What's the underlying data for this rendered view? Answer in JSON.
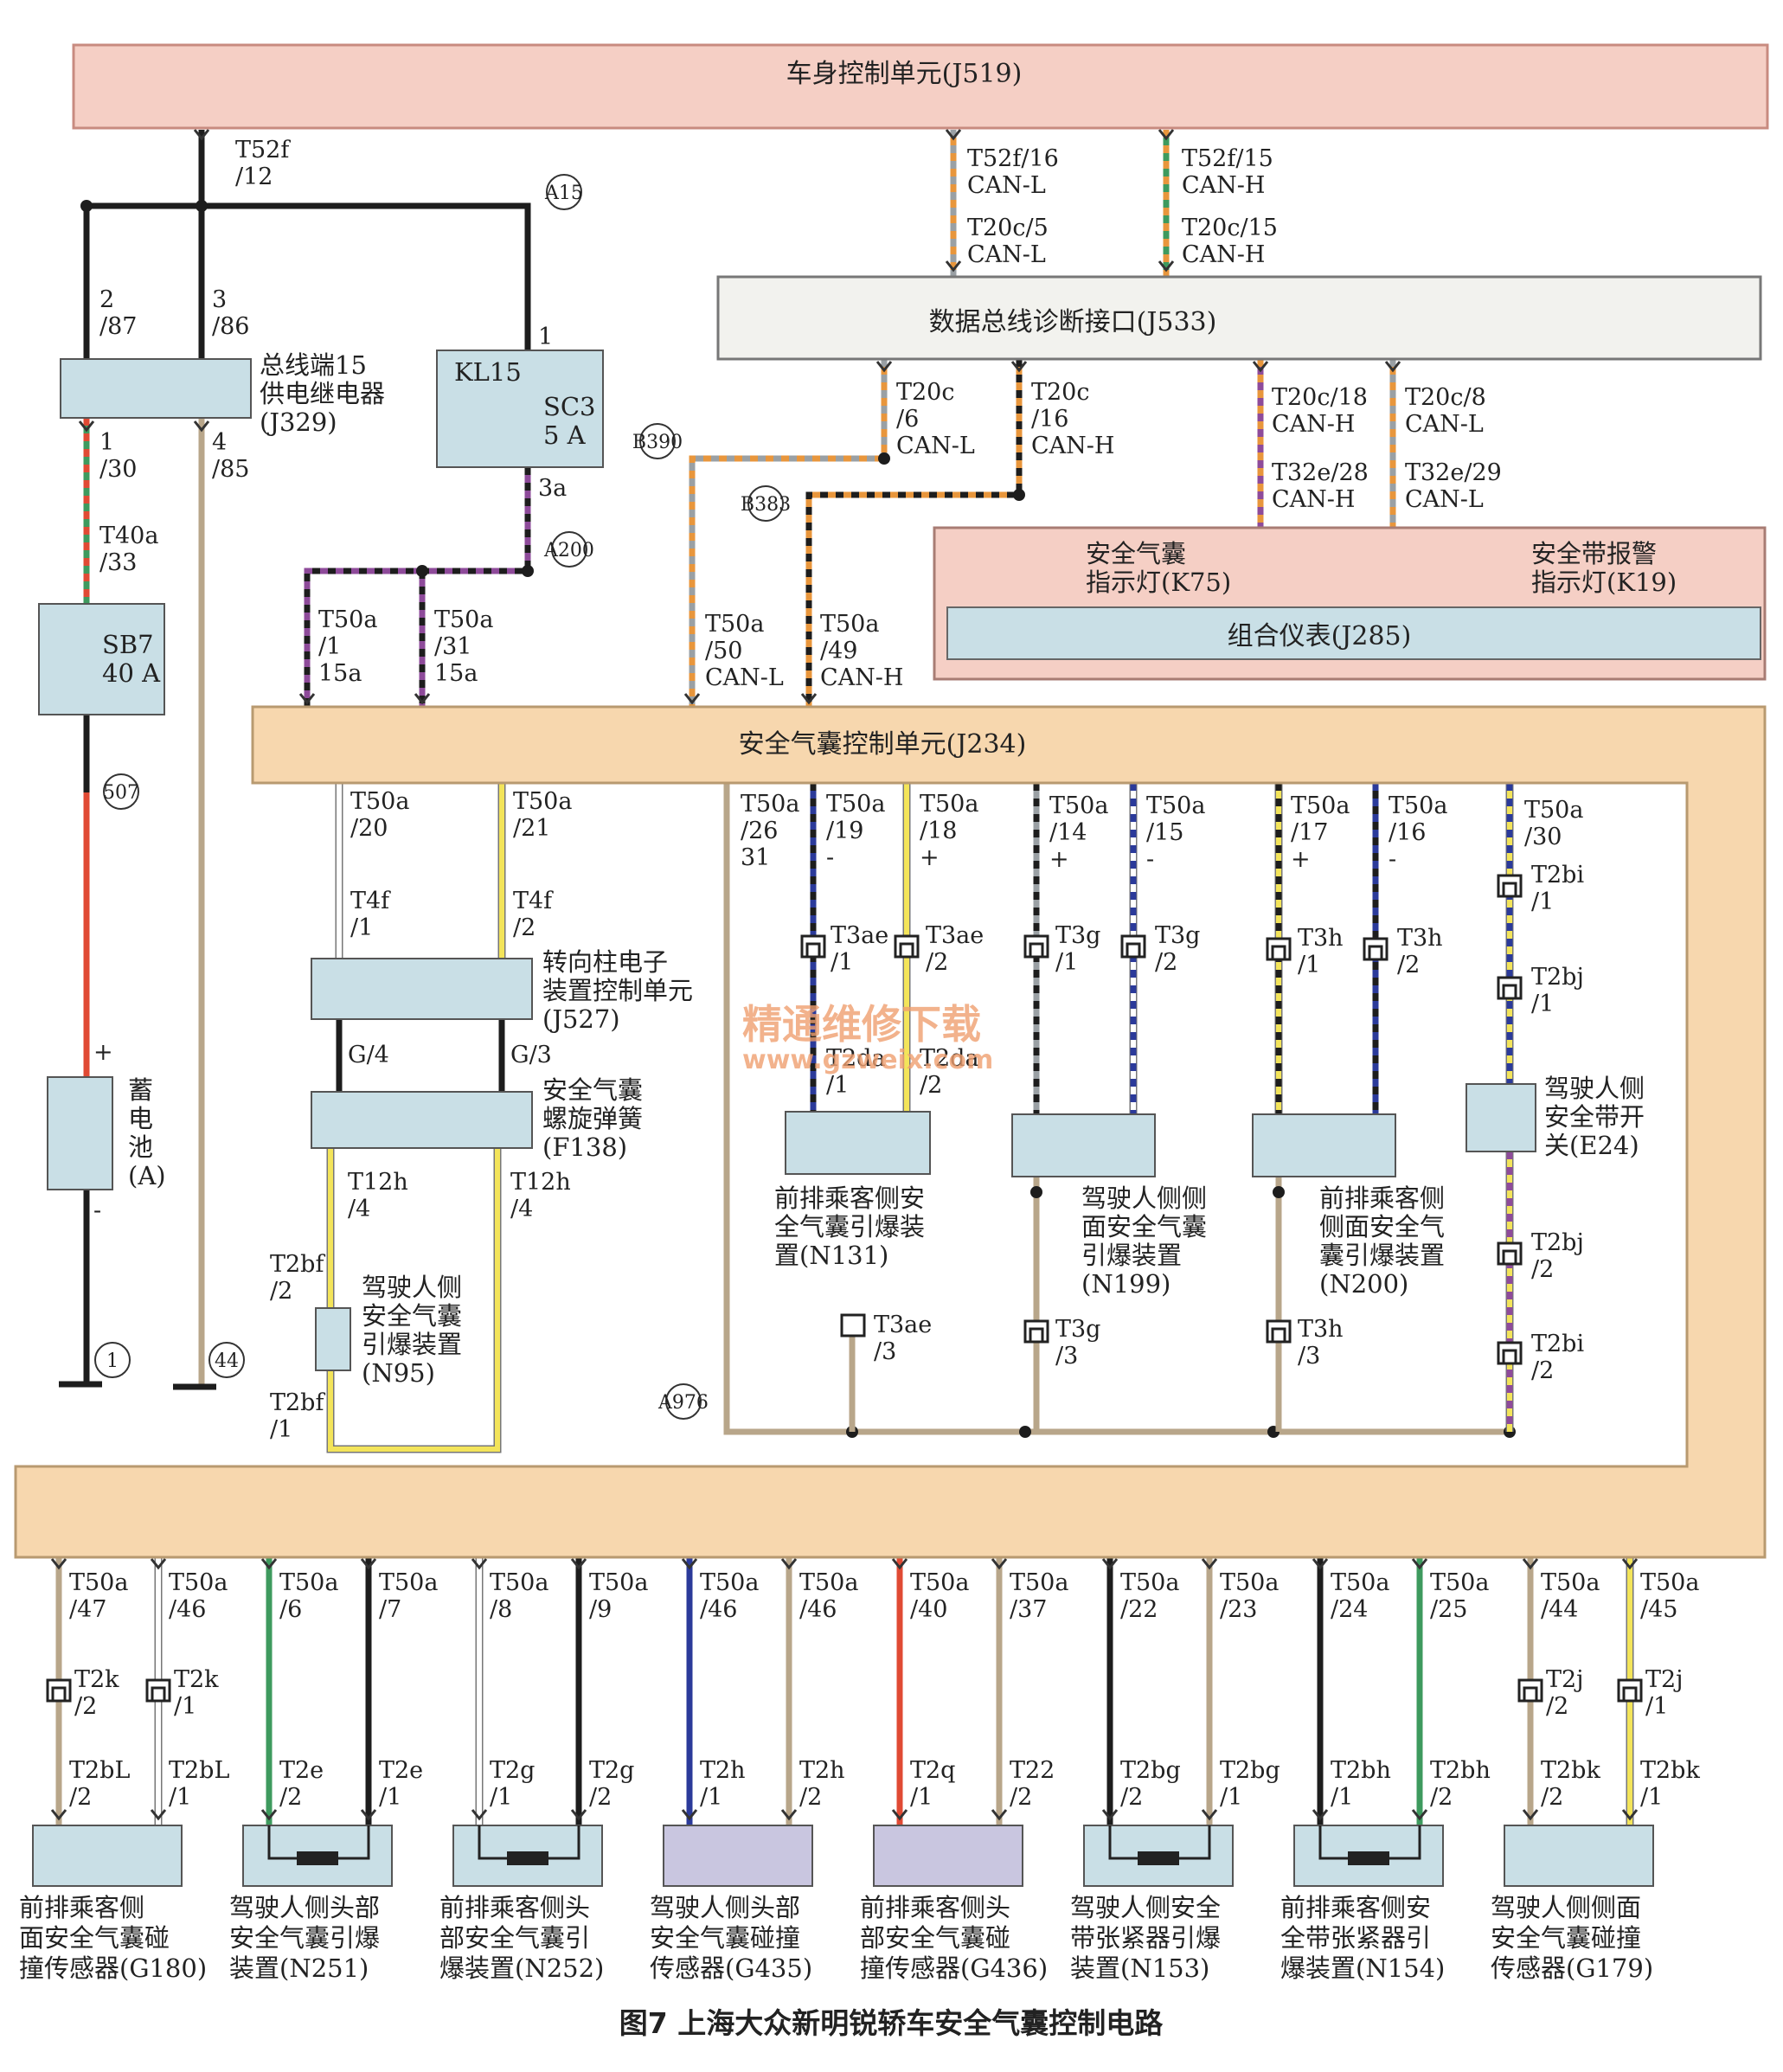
{
  "modules": {
    "j519": "车身控制单元(J519)",
    "j533": "数据总线诊断接口(J533)",
    "j285": "组合仪表(J285)",
    "k75": "安全气囊\n指示灯(K75)",
    "k19": "安全带报警\n指示灯(K19)",
    "j234": "安全气囊控制单元(J234)",
    "j329": "总线端15\n供电继电器\n(J329)",
    "kl15": "KL15",
    "sc3": "SC3\n5 A",
    "sb7": "SB7\n40 A",
    "battery": "蓄\n电\n池\n(A)",
    "j527": "转向柱电子\n装置控制单元\n(J527)",
    "f138": "安全气囊\n螺旋弹簧\n(F138)",
    "n95": "驾驶人侧\n安全气囊\n引爆装置\n(N95)",
    "n131": "前排乘客侧安\n全气囊引爆装\n置(N131)",
    "n199": "驾驶人侧侧\n面安全气囊\n引爆装置\n(N199)",
    "n200": "前排乘客侧\n侧面安全气\n囊引爆装置\n(N200)",
    "e24": "驾驶人侧\n安全带开\n关(E24)"
  },
  "nodes": {
    "a15": "A15",
    "a200": "A200",
    "b390": "B390",
    "b383": "B383",
    "n507": "507",
    "g1": "1",
    "g44": "44",
    "a976": "A976"
  },
  "labels": {
    "t52f12": "T52f\n/12",
    "t52f16": "T52f/16\nCAN-L",
    "t52f15": "T52f/15\nCAN-H",
    "t20c5": "T20c/5\nCAN-L",
    "t20c15": "T20c/15\nCAN-H",
    "r2_87": "2\n/87",
    "r3_86": "3\n/86",
    "r1_30": "1\n/30",
    "r4_85": "4\n/85",
    "kl1": "1",
    "kl3a": "3a",
    "t40a33": "T40a\n/33",
    "plus": "+",
    "minus": "-",
    "t20c6": "T20c\n/6\nCAN-L",
    "t20c16": "T20c\n/16\nCAN-H",
    "t20c18": "T20c/18\nCAN-H",
    "t20c8": "T20c/8\nCAN-L",
    "t32e28": "T32e/28\nCAN-H",
    "t32e29": "T32e/29\nCAN-L",
    "t50a1": "T50a\n/1\n15a",
    "t50a31": "T50a\n/31\n15a",
    "t50a50": "T50a\n/50\nCAN-L",
    "t50a49": "T50a\n/49\nCAN-H",
    "t50a20": "T50a\n/20",
    "t50a21": "T50a\n/21",
    "t4f1": "T4f\n/1",
    "t4f2": "T4f\n/2",
    "g4": "G/4",
    "g3": "G/3",
    "t12h4a": "T12h\n/4",
    "t12h4b": "T12h\n/4",
    "t2bf2": "T2bf\n/2",
    "t2bf1": "T2bf\n/1",
    "t50a26": "T50a\n/26\n31",
    "t50a19": "T50a\n/19\n-",
    "t50a18": "T50a\n/18\n+",
    "t50a14": "T50a\n/14\n+",
    "t50a15": "T50a\n/15\n-",
    "t50a17": "T50a\n/17\n+",
    "t50a16": "T50a\n/16\n-",
    "t50a30": "T50a\n/30",
    "t3ae1": "T3ae\n/1",
    "t3ae2": "T3ae\n/2",
    "t2da1": "T2da\n/1",
    "t2da2": "T2da\n/2",
    "t3ae3": "T3ae\n/3",
    "t3g1": "T3g\n/1",
    "t3g2": "T3g\n/2",
    "t3g3": "T3g\n/3",
    "t3h1": "T3h\n/1",
    "t3h2": "T3h\n/2",
    "t3h3": "T3h\n/3",
    "t2bi1": "T2bi\n/1",
    "t2bj1": "T2bj\n/1",
    "t2bj2": "T2bj\n/2",
    "t2bi2": "T2bi\n/2"
  },
  "bottom_sensors": [
    {
      "name": "前排乘客侧\n面安全气囊碰\n撞传感器(G180)",
      "pins": [
        "T50a\n/47",
        "T50a\n/46"
      ],
      "conn_top": [
        "T2k\n/2",
        "T2k\n/1"
      ],
      "conn_bot": [
        "T2bL\n/2",
        "T2bL\n/1"
      ]
    },
    {
      "name": "驾驶人侧头部\n安全气囊引爆\n装置(N251)",
      "pins": [
        "T50a\n/6",
        "T50a\n/7"
      ],
      "conn_top": [
        "",
        ""
      ],
      "conn_bot": [
        "T2e\n/2",
        "T2e\n/1"
      ]
    },
    {
      "name": "前排乘客侧头\n部安全气囊引\n爆装置(N252)",
      "pins": [
        "T50a\n/8",
        "T50a\n/9"
      ],
      "conn_top": [
        "",
        ""
      ],
      "conn_bot": [
        "T2g\n/1",
        "T2g\n/2"
      ]
    },
    {
      "name": "驾驶人侧头部\n安全气囊碰撞\n传感器(G435)",
      "pins": [
        "T50a\n/46",
        "T50a\n/46"
      ],
      "conn_top": [
        "",
        ""
      ],
      "conn_bot": [
        "T2h\n/1",
        "T2h\n/2"
      ]
    },
    {
      "name": "前排乘客侧头\n部安全气囊碰\n撞传感器(G436)",
      "pins": [
        "T50a\n/40",
        "T50a\n/37"
      ],
      "conn_top": [
        "",
        ""
      ],
      "conn_bot": [
        "T2q\n/1",
        "T22\n/2"
      ]
    },
    {
      "name": "驾驶人侧安全\n带张紧器引爆\n装置(N153)",
      "pins": [
        "T50a\n/22",
        "T50a\n/23"
      ],
      "conn_top": [
        "",
        ""
      ],
      "conn_bot": [
        "T2bg\n/2",
        "T2bg\n/1"
      ]
    },
    {
      "name": "前排乘客侧安\n全带张紧器引\n爆装置(N154)",
      "pins": [
        "T50a\n/24",
        "T50a\n/25"
      ],
      "conn_top": [
        "",
        ""
      ],
      "conn_bot": [
        "T2bh\n/1",
        "T2bh\n/2"
      ]
    },
    {
      "name": "驾驶人侧侧面\n安全气囊碰撞\n传感器(G179)",
      "pins": [
        "T50a\n/44",
        "T50a\n/45"
      ],
      "conn_top": [
        "T2j\n/2",
        "T2j\n/1"
      ],
      "conn_bot": [
        "T2bk\n/2",
        "T2bk\n/1"
      ]
    }
  ],
  "caption": "图7 上海大众新明锐轿车安全气囊控制电路",
  "watermark": {
    "line1": "精通维修下载",
    "line2": "www.gzweix.com"
  },
  "colors": {
    "module_fill": "#f5cfc5",
    "frame_fill": "#f7d7ae",
    "box_fill": "#c9dfe6",
    "black": "#1d1d1d",
    "brown": "#b8a68a",
    "orange": "#e8963c",
    "red": "#e04a34",
    "yellow": "#f3e45a",
    "green": "#3e9a5e",
    "violet": "#8e4b9a",
    "blue": "#2b3a9a",
    "grey": "#9aa0a4",
    "white": "#ffffff"
  }
}
